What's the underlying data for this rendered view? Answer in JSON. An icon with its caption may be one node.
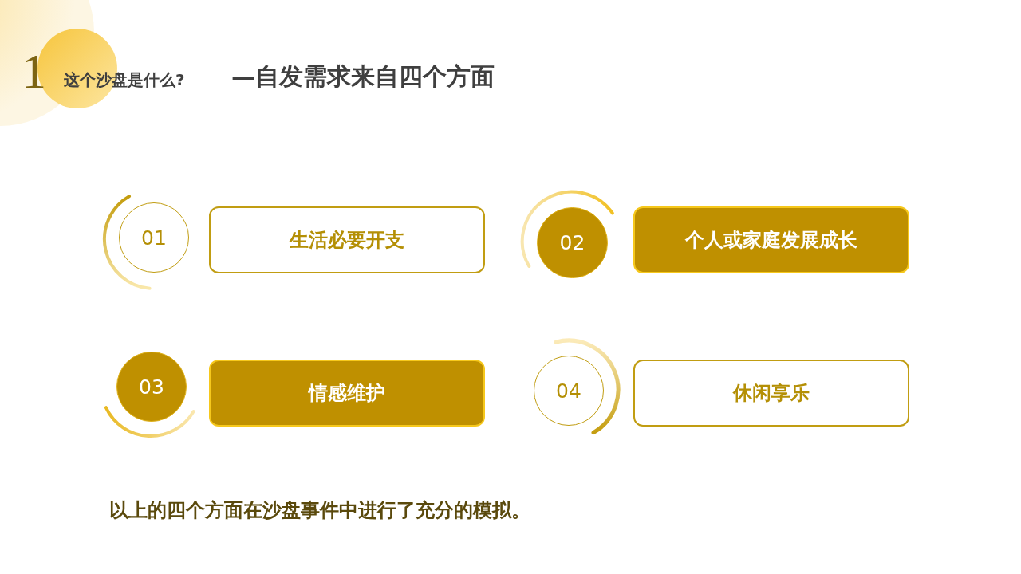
{
  "diagram": {
    "title": "这个沙盘是什么?",
    "caption": "以上的四个方面在沙盘事件中进行了充分的模拟。",
    "nodes": [
      {
        "text": [
          "01"
        ]
      },
      {
        "text": [
          "生活必要开支"
        ]
      },
      {
        "text": [
          "02"
        ]
      },
      {
        "text": [
          "个人或家庭发展成长"
        ]
      },
      {
        "text": [
          "03"
        ]
      },
      {
        "text": [
          "情感维护"
        ]
      },
      {
        "text": [
          "04"
        ]
      },
      {
        "text": [
          "休闲享乐"
        ]
      }
    ],
    "labels": [
      "1",
      "—自发需求来自四个方面"
    ]
  }
}
